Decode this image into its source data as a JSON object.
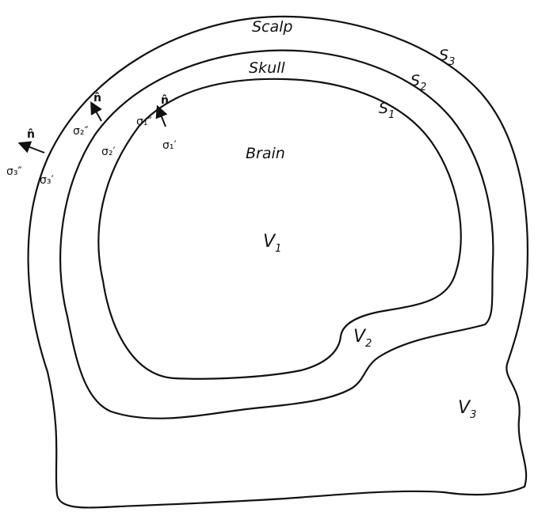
{
  "labels": {
    "scalp": "Scalp",
    "skull": "Skull",
    "brain": "Brain",
    "s3": "S",
    "s3_sub": "3",
    "s2": "S",
    "s2_sub": "2",
    "s1": "S",
    "s1_sub": "1",
    "v1": "V",
    "v1_sub": "1",
    "v2": "V",
    "v2_sub": "2",
    "v3": "V",
    "v3_sub": "3",
    "normal": "n̂",
    "sigma3_outer": "σ₃″",
    "sigma3_inner": "σ₃′",
    "sigma2_outer": "σ₂″",
    "sigma2_inner": "σ₂′",
    "sigma1_outer": "σ₁″",
    "sigma1_inner": "σ₁′"
  }
}
